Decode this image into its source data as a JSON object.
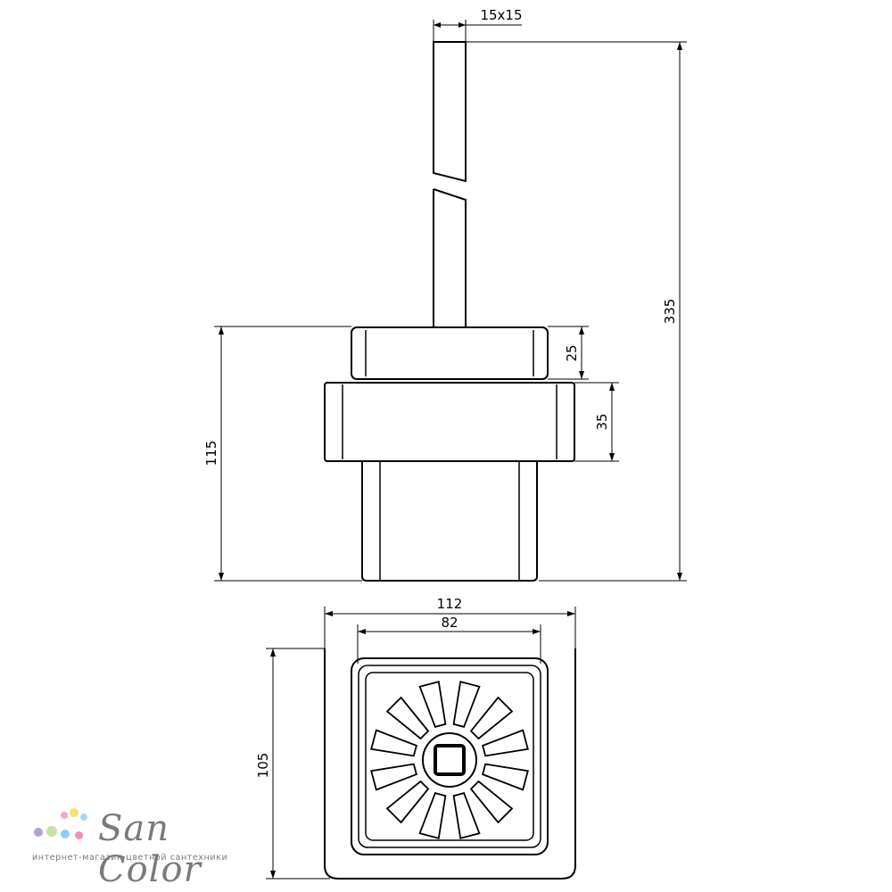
{
  "dimensions": {
    "rod_section": "15x15",
    "total_height": "335",
    "holder_height": "115",
    "cap_height": "25",
    "bracket_height": "35",
    "overall_width": "112",
    "cup_width": "82",
    "depth": "105"
  },
  "brand": {
    "name": "San Color",
    "tagline": "интернет-магазин цветной сантехники",
    "dot_colors": [
      "#f4a7c8",
      "#f1e36b",
      "#a8d8f0",
      "#b39ddb",
      "#c5e1a5",
      "#90caf9",
      "#f48fb1"
    ]
  }
}
